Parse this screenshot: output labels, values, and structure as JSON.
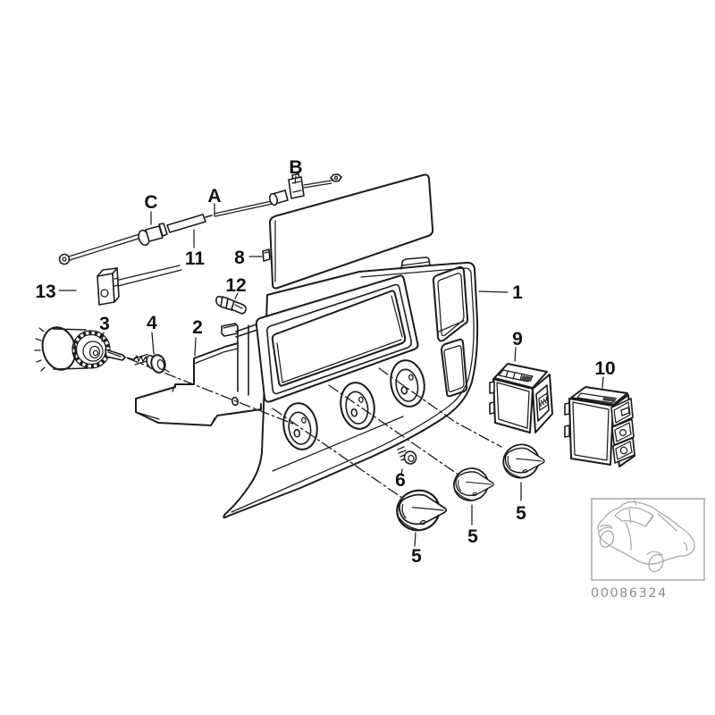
{
  "diagram": {
    "code": "00086324",
    "callouts": {
      "c1": "1",
      "c2": "2",
      "c3": "3",
      "c4": "4",
      "c5a": "5",
      "c5b": "5",
      "c5c": "5",
      "c6": "6",
      "c8": "8",
      "c9": "9",
      "c10": "10",
      "c11": "11",
      "c12": "12",
      "c13": "13",
      "cA": "A",
      "cB": "B",
      "cC": "C"
    }
  }
}
